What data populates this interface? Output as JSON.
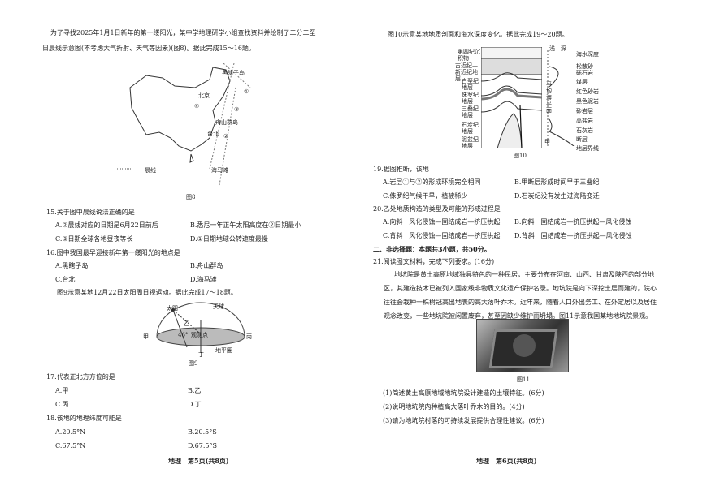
{
  "left": {
    "intro": [
      "为了寻找2025年1月1日新年的第一缕阳光，某中学地理研学小组查找资料并绘制了二分二至",
      "日晨线示意图(不考虑大气折射、天气等因素)(图8)。据此完成15～16题。"
    ],
    "fig8": {
      "caption": "图8",
      "legend": "晨线",
      "labels": [
        "黑瞎子岛",
        "北京",
        "舟山群岛",
        "台北",
        "海马滩",
        "①",
        "②",
        "③",
        "④"
      ]
    },
    "q15": {
      "stem": "15.关于图中晨线说法正确的是",
      "options": [
        "A.②晨线对应的日期是6月22日前后",
        "B.悉尼一年正午太阳高度在②日期最小",
        "C.③日期全球各地昼夜等长",
        "D.①日期地球公转速度最慢"
      ]
    },
    "q16": {
      "stem": "16.图中我国最早迎接新年第一缕阳光的地点是",
      "options": [
        "A.黑瞎子岛",
        "B.舟山群岛",
        "C.台北",
        "D.海马滩"
      ]
    },
    "intro9": "图9示意某地12月22日太阳周日视运动。据此完成17～18题。",
    "fig9": {
      "caption": "图9",
      "labels": [
        "太阳",
        "天球",
        "乙",
        "46°",
        "观测点",
        "甲",
        "丙",
        "丁",
        "地平圈"
      ]
    },
    "q17": {
      "stem": "17.代表正北方方位的是",
      "options": [
        "A.甲",
        "B.乙",
        "C.丙",
        "D.丁"
      ]
    },
    "q18": {
      "stem": "18.该地的地理纬度可能是",
      "options": [
        "A.20.5°N",
        "B.20.5°S",
        "C.67.5°N",
        "D.67.5°S"
      ]
    },
    "footer": "地理　第5页(共8页)"
  },
  "right": {
    "intro10": "图10示意某地地质剖面和海水深度变化。据此完成19～20题。",
    "fig10": {
      "caption": "图10",
      "strata": [
        "第四纪沉积物",
        "古近纪—新近纪地层",
        "白垩纪地层",
        "侏罗纪地层",
        "三叠纪地层",
        "石炭纪地层",
        "泥盆纪地层"
      ],
      "depth": [
        "浅",
        "深"
      ],
      "sea_level": "平均海平面",
      "legend": [
        "海水深度",
        "松散砂砾石岩",
        "煤层",
        "红色砂岩",
        "黑色泥岩",
        "砂岩层",
        "高盐岩",
        "石灰岩",
        "断层",
        "地层界线"
      ],
      "mark": "甲"
    },
    "q19": {
      "stem": "19.据图推断，该地",
      "options": [
        "A.岩层①与②的形成环境完全相同",
        "B.甲断层形成时间早于三叠纪",
        "C.侏罗纪气候干旱，植被稀少",
        "D.石炭纪没有发生过海陆变迁"
      ]
    },
    "q20": {
      "stem": "20.乙处地质构造的类型及可能的形成过程是",
      "options": [
        "A.向斜　风化侵蚀—固结成岩—挤压拱起",
        "B.向斜　固结成岩—挤压拱起—风化侵蚀",
        "C.背斜　风化侵蚀—固结成岩—挤压拱起",
        "D.背斜　固结成岩—挤压拱起—风化侵蚀"
      ]
    },
    "section2": "二、非选择题：本题共3小题，共50分。",
    "q21": {
      "stem": "21.阅读图文材料，完成下列要求。(16分)",
      "para": [
        "地坑院是黄土高原地域独具特色的一种民居，主要分布在河南、山西、甘肃及陕西的部分地",
        "区，其建造技术已被列入国家级非物质文化遗产保护名录。地坑院是向下深挖土层而建的，院心",
        "往往会栽种一株树冠高出地表的高大落叶乔木。近年来，随着人口外出务工、在外定居以及居住",
        "观念改变，一些地坑院被闲置废弃，甚至因缺少维护而坍塌。图11示意我国某地地坑院景观。"
      ],
      "fig_caption": "图11",
      "subs": [
        "(1)简述黄土高原地域地坑院设计建造的土壤特征。(6分)",
        "(2)说明地坑院内种植高大落叶乔木的目的。(4分)",
        "(3)请为地坑院村落的可持续发展提供合理性建议。(6分)"
      ]
    },
    "footer": "地理　第6页(共8页)"
  }
}
